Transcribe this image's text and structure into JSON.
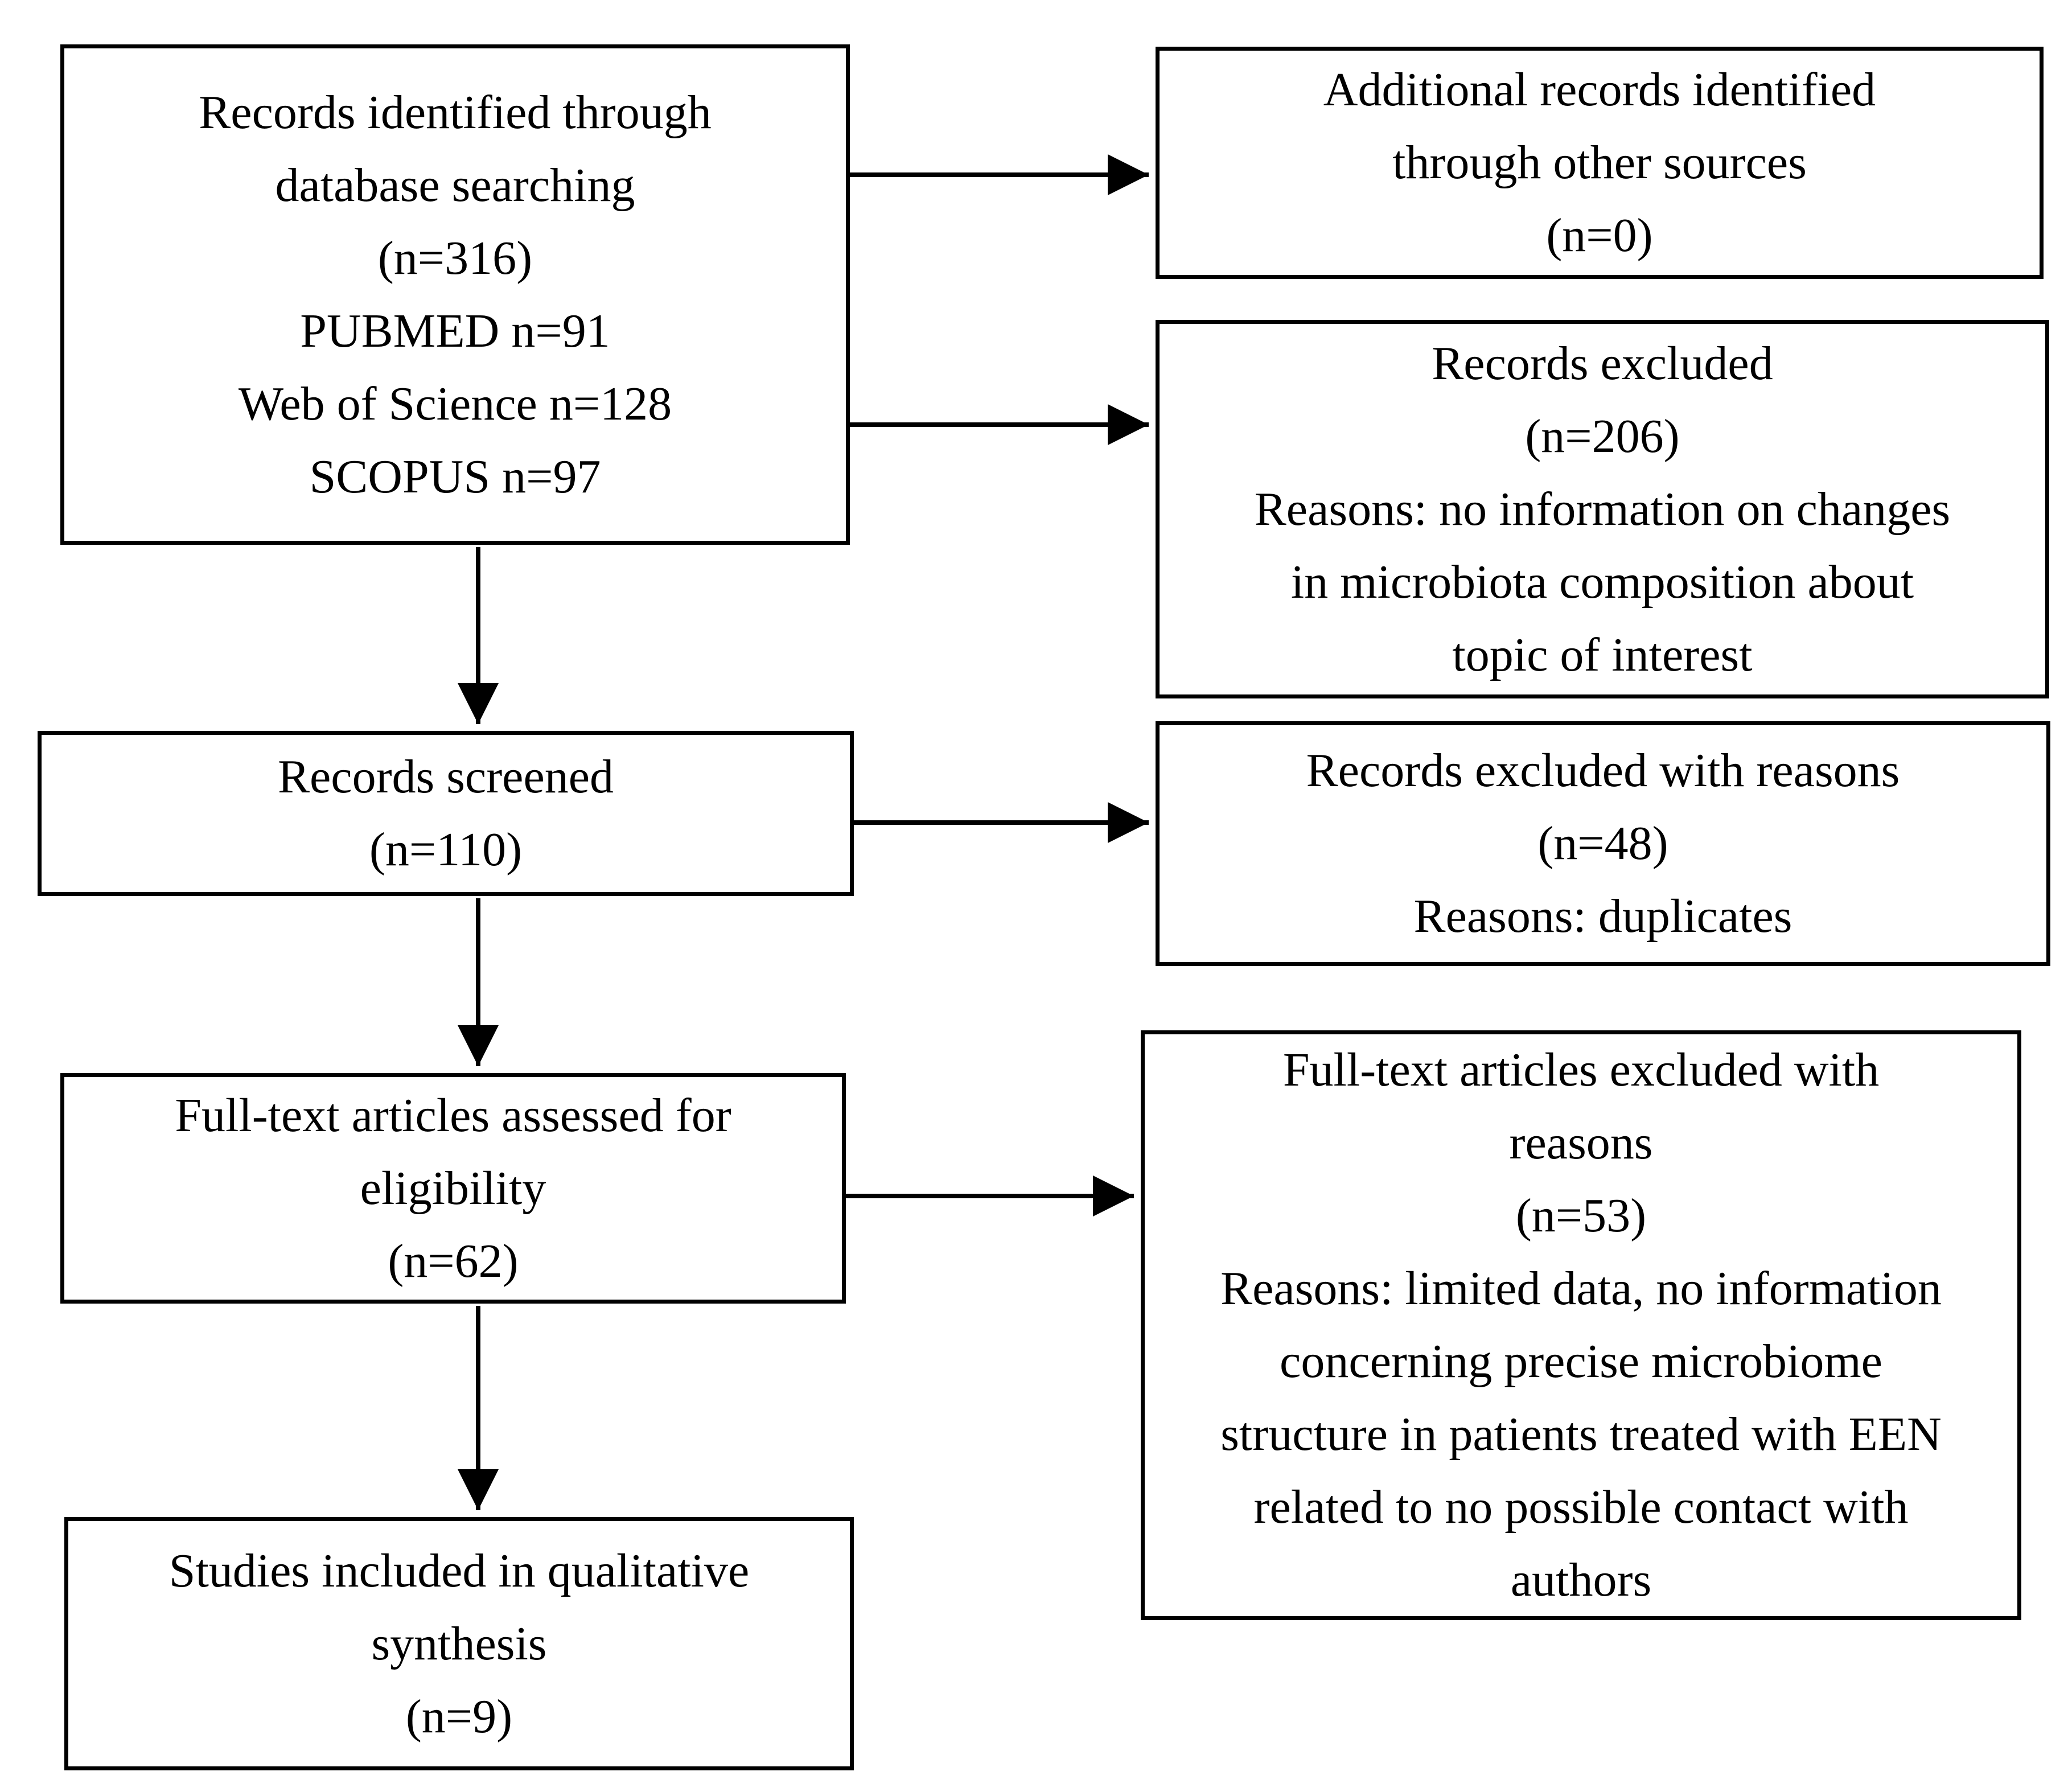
{
  "diagram": {
    "type": "flowchart",
    "colors": {
      "background": "#ffffff",
      "border": "#000000",
      "text": "#000000",
      "arrow": "#000000"
    },
    "boxes": {
      "records_identified": {
        "lines": [
          "Records identified through",
          "database searching",
          "(n=316)",
          "PUBMED n=91",
          "Web of Science n=128",
          "SCOPUS n=97"
        ]
      },
      "additional_records": {
        "lines": [
          "Additional records identified",
          "through other sources",
          "(n=0)"
        ]
      },
      "records_excluded": {
        "lines": [
          "Records excluded",
          "(n=206)",
          "Reasons: no information on changes",
          "in microbiota composition about",
          "topic of interest"
        ]
      },
      "records_screened": {
        "lines": [
          "Records screened",
          "(n=110)"
        ]
      },
      "records_excluded_with_reasons": {
        "lines": [
          "Records excluded with reasons",
          "(n=48)",
          "Reasons: duplicates"
        ]
      },
      "fulltext_assessed": {
        "lines": [
          "Full-text articles assessed for",
          "eligibility",
          "(n=62)"
        ]
      },
      "fulltext_excluded": {
        "lines": [
          "Full-text articles excluded with",
          "reasons",
          "(n=53)",
          "Reasons: limited data, no information",
          "concerning precise microbiome",
          "structure in patients treated with EEN",
          "related to no possible contact with",
          "authors"
        ]
      },
      "studies_included": {
        "lines": [
          "Studies included in qualitative",
          "synthesis",
          "(n=9)"
        ]
      }
    },
    "flows": [
      {
        "from": "records_identified",
        "to": "additional_records",
        "direction": "right"
      },
      {
        "from": "records_identified",
        "to": "records_excluded",
        "direction": "right"
      },
      {
        "from": "records_identified",
        "to": "records_screened",
        "direction": "down"
      },
      {
        "from": "records_screened",
        "to": "records_excluded_with_reasons",
        "direction": "right"
      },
      {
        "from": "records_screened",
        "to": "fulltext_assessed",
        "direction": "down"
      },
      {
        "from": "fulltext_assessed",
        "to": "fulltext_excluded",
        "direction": "right"
      },
      {
        "from": "fulltext_assessed",
        "to": "studies_included",
        "direction": "down"
      }
    ]
  }
}
